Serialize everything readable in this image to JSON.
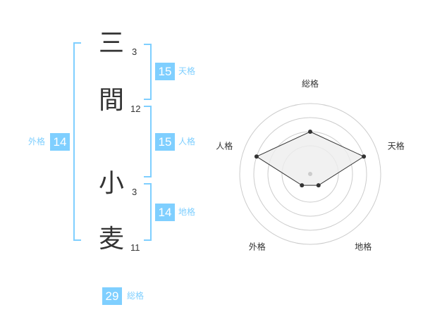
{
  "name": {
    "chars": [
      {
        "char": "三",
        "strokes": "3"
      },
      {
        "char": "間",
        "strokes": "12"
      },
      {
        "char": "小",
        "strokes": "3"
      },
      {
        "char": "麦",
        "strokes": "11"
      }
    ]
  },
  "fortune": {
    "tenkaku": {
      "value": "15",
      "label": "天格"
    },
    "jinkaku": {
      "value": "15",
      "label": "人格"
    },
    "chikaku": {
      "value": "14",
      "label": "地格"
    },
    "gaikaku": {
      "value": "14",
      "label": "外格"
    },
    "soukaku": {
      "value": "29",
      "label": "総格"
    }
  },
  "chart_data": {
    "type": "radar",
    "axes": [
      "総格",
      "天格",
      "地格",
      "外格",
      "人格"
    ],
    "values": [
      3,
      4,
      1,
      1,
      4
    ],
    "rmax": 5,
    "rings": 4,
    "colors": {
      "fill": "#eeeeee",
      "stroke": "#333333",
      "ring": "#cccccc",
      "point": "#333333",
      "center": "#cccccc"
    }
  },
  "colors": {
    "accent": "#7fcfff",
    "text": "#333333"
  }
}
